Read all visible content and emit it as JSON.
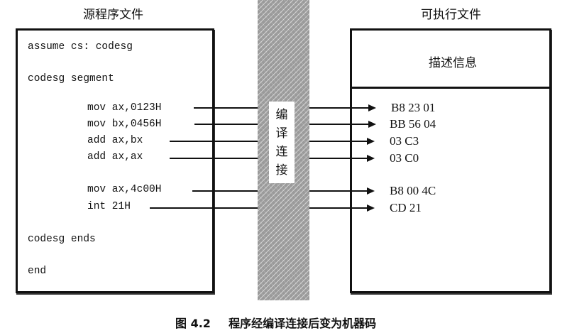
{
  "headings": {
    "source": "源程序文件",
    "executable": "可执行文件"
  },
  "source_file": {
    "lines": [
      "assume cs: codesg",
      "codesg segment",
      "mov ax,0123H",
      "mov bx,0456H",
      "add ax,bx",
      "add ax,ax",
      "mov ax,4c00H",
      "int 21H",
      "codesg ends",
      "end"
    ]
  },
  "process": {
    "label_chars": [
      "编",
      "译",
      "连",
      "接"
    ]
  },
  "executable_file": {
    "description": "描述信息",
    "machine_code": [
      "B8 23 01",
      "BB 56 04",
      "03 C3",
      "03 C0",
      "B8 00 4C",
      "CD 21"
    ]
  },
  "caption": {
    "number": "图 4.2",
    "text": "程序经编译连接后变为机器码"
  }
}
